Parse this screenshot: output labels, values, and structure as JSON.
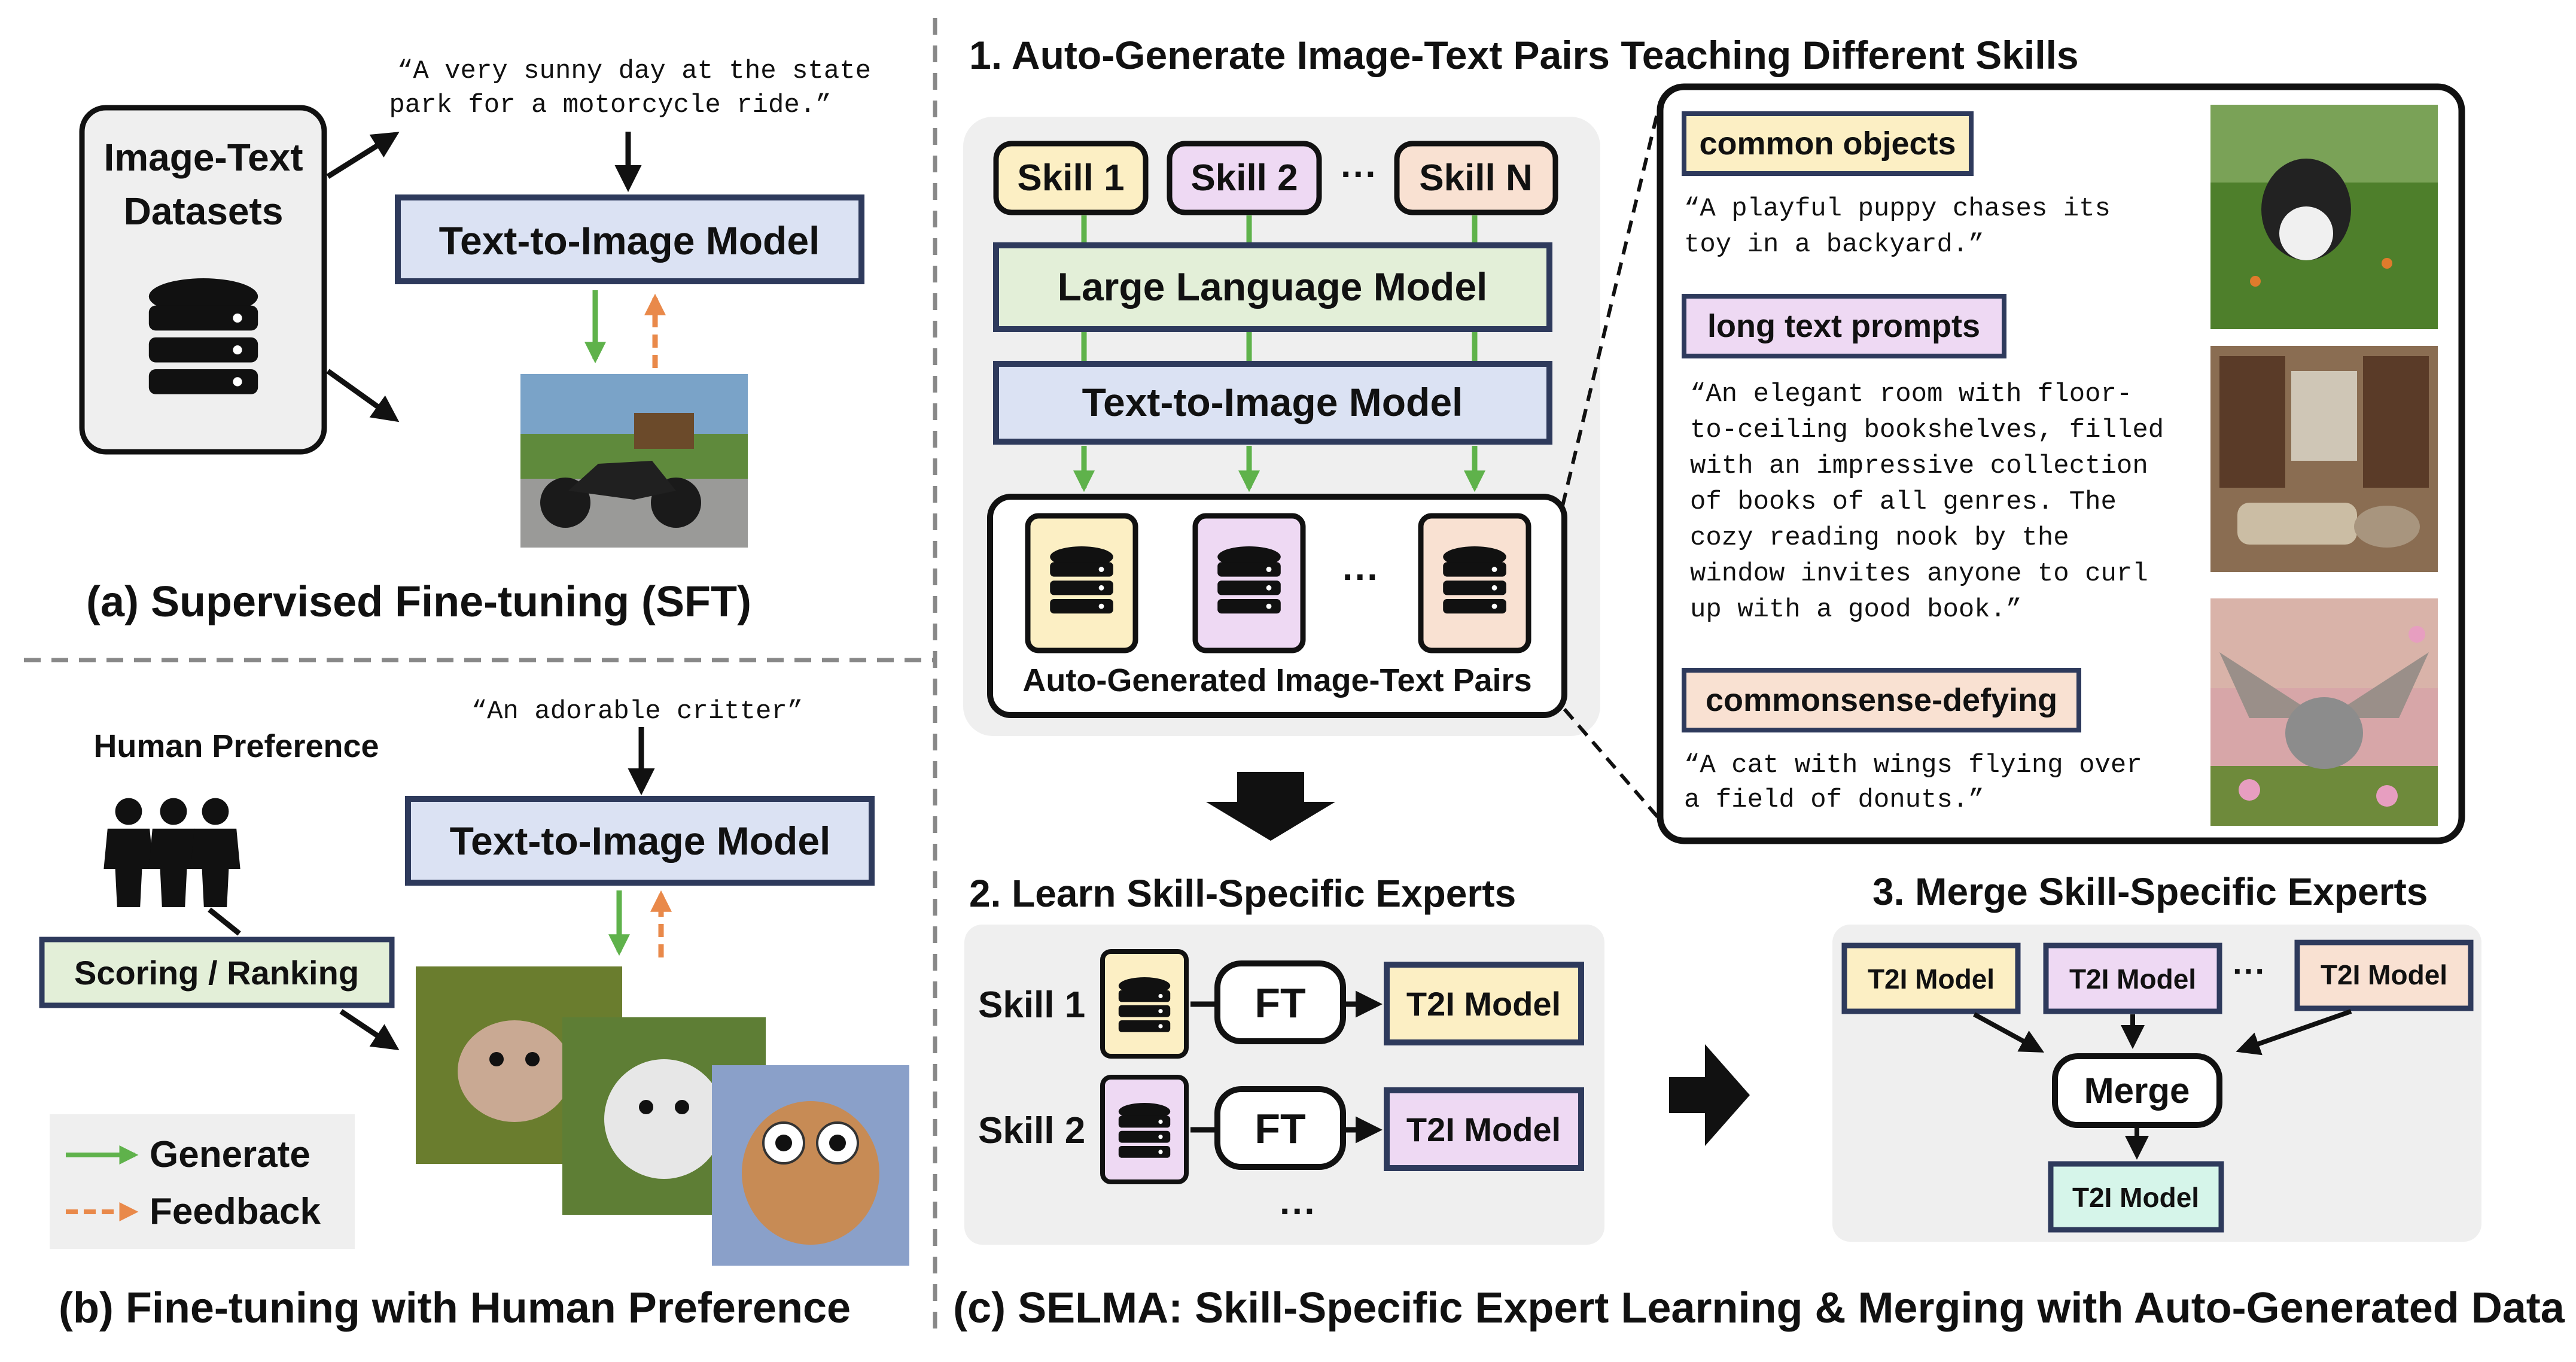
{
  "colors": {
    "yellow": "#fcefc4",
    "purple": "#eed9f3",
    "peach": "#f9e1d2",
    "green_llm": "#e3efd8",
    "blue_model": "#dbe2f3",
    "mint": "#d6f5ea",
    "panel_gray": "#efefef",
    "arrow_green": "#5fb24b",
    "arrow_orange": "#e9894a",
    "box_border": "#2e3a5c",
    "dashed_divider": "#888888"
  },
  "panel_a": {
    "datasets_label_line1": "Image-Text",
    "datasets_label_line2": "Datasets",
    "prompt_line1": "“A very sunny day at the state",
    "prompt_line2": "park for a motorcycle ride.”",
    "model_label": "Text-to-Image Model",
    "caption": "(a) Supervised Fine-tuning (SFT)"
  },
  "panel_b": {
    "human_pref_label": "Human Preference",
    "prompt": "“An adorable critter”",
    "model_label": "Text-to-Image Model",
    "scoring_label": "Scoring / Ranking",
    "legend_generate": "Generate",
    "legend_feedback": "Feedback",
    "caption": "(b) Fine-tuning with Human Preference"
  },
  "panel_c": {
    "step1_title": "1. Auto-Generate Image-Text Pairs Teaching Different Skills",
    "skill1": "Skill 1",
    "skill2": "Skill 2",
    "skill_dots": "···",
    "skillN": "Skill N",
    "llm_label": "Large Language Model",
    "t2i_label": "Text-to-Image Model",
    "db_dots": "···",
    "pairs_label": "Auto-Generated Image-Text Pairs",
    "example1_tag": "common objects",
    "example1_l1": "“A playful puppy chases its",
    "example1_l2": "toy in a backyard.”",
    "example2_tag": "long text prompts",
    "example2_l1": "“An elegant room with floor-",
    "example2_l2": "to-ceiling bookshelves, filled",
    "example2_l3": "with an impressive collection",
    "example2_l4": "of books of all genres. The",
    "example2_l5": "cozy reading nook by the",
    "example2_l6": "window invites anyone to curl",
    "example2_l7": "up with a good book.”",
    "example3_tag": "commonsense-defying",
    "example3_l1": "“A cat with wings flying over",
    "example3_l2": "a field of donuts.”",
    "step2_title": "2. Learn Skill-Specific Experts",
    "s2_skill1": "Skill 1",
    "s2_skill2": "Skill 2",
    "ft_label": "FT",
    "t2i_short": "T2I Model",
    "s2_dots": "···",
    "step3_title": "3. Merge Skill-Specific Experts",
    "merge_label": "Merge",
    "merge_dots": "···",
    "caption": "(c) SELMA: Skill-Specific Expert Learning & Merging with Auto-Generated Data"
  }
}
